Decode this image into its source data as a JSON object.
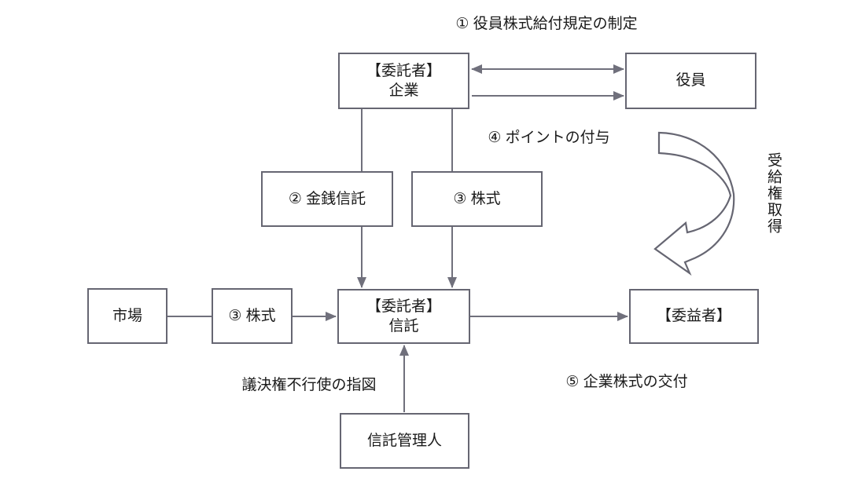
{
  "colors": {
    "box_border": "#666672",
    "connector": "#70707c",
    "text": "#1a1a1a",
    "background": "#ffffff"
  },
  "nodes": {
    "company": {
      "title": "【委託者】",
      "subtitle": "企業"
    },
    "executives": {
      "title": "役員"
    },
    "money_trust": {
      "title": "② 金銭信託"
    },
    "stock_contribution": {
      "title": "③ 株式"
    },
    "trust": {
      "title": "【委託者】",
      "subtitle": "信託"
    },
    "beneficiary": {
      "title": "【委益者】"
    },
    "market": {
      "title": "市場"
    },
    "stock_purchase": {
      "title": "③ 株式"
    },
    "trust_administrator": {
      "title": "信託管理人"
    }
  },
  "annotations": {
    "step1": "① 役員株式給付規定の制定",
    "step4": "④ ポイントの付与",
    "step5": "⑤ 企業株式の交付",
    "voting_instruction": "議決権不行使の指図",
    "benefit_rights": "受給権取得"
  },
  "edges": [
    {
      "from": "company",
      "to": "executives",
      "style": "double-arrow"
    },
    {
      "from": "company",
      "to": "executives",
      "style": "arrow"
    },
    {
      "from": "company",
      "to": "money_trust",
      "style": "line"
    },
    {
      "from": "company",
      "to": "stock_contribution",
      "style": "line"
    },
    {
      "from": "money_trust",
      "to": "trust",
      "style": "arrow"
    },
    {
      "from": "stock_contribution",
      "to": "trust",
      "style": "arrow"
    },
    {
      "from": "market",
      "to": "stock_purchase",
      "style": "line"
    },
    {
      "from": "stock_purchase",
      "to": "trust",
      "style": "arrow"
    },
    {
      "from": "trust",
      "to": "beneficiary",
      "style": "arrow"
    },
    {
      "from": "trust_administrator",
      "to": "trust",
      "style": "arrow"
    },
    {
      "from": "executives",
      "to": "beneficiary",
      "style": "curved-block-arrow"
    }
  ]
}
